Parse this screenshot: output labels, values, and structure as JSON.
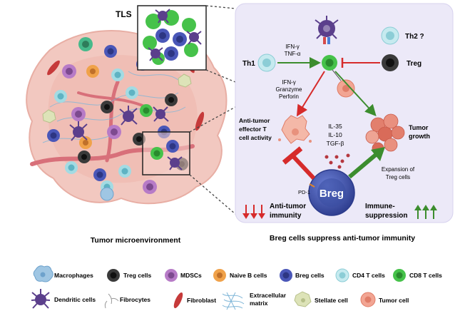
{
  "left": {
    "tls_label": "TLS",
    "caption": "Tumor microenvironment"
  },
  "panel": {
    "caption": "Breg cells suppress anti-tumor immunity",
    "th1": "Th1",
    "ifn_tnf": [
      "IFN-γ",
      "TNF-α"
    ],
    "th2": "Th2 ?",
    "treg": "Treg",
    "cytotoxic": [
      "IFN-γ",
      "Granzyme",
      "Perforin"
    ],
    "anti_tumor_effector": [
      "Anti-tumor",
      "effector T",
      "cell activity"
    ],
    "cytokines": [
      "IL-35",
      "IL-10",
      "TGF-β"
    ],
    "tumor_growth": [
      "Tumor",
      "growth"
    ],
    "expansion": [
      "Expansion of",
      "Treg cells"
    ],
    "pd1": "PD-1",
    "breg": "Breg",
    "anti_tumor_immunity": [
      "Anti-tumor",
      "immunity"
    ],
    "immune_suppression": [
      "Immune-",
      "suppression"
    ],
    "colors": {
      "panel_bg": "#ece9f8",
      "red": "#d62b2b",
      "green": "#3c8d2e",
      "breg": "#3a4fa3"
    }
  },
  "legend": {
    "row1": [
      {
        "label": "Macrophages",
        "icon": "macrophage-icon"
      },
      {
        "label": "Treg cells",
        "icon": "treg-cell-icon"
      },
      {
        "label": "MDSCs",
        "icon": "mdsc-icon"
      },
      {
        "label": "Naive B cells",
        "icon": "naive-b-cell-icon"
      },
      {
        "label": "Breg cells",
        "icon": "breg-cell-icon"
      },
      {
        "label": "CD4 T cells",
        "icon": "cd4-t-cell-icon"
      },
      {
        "label": "CD8 T cells",
        "icon": "cd8-t-cell-icon"
      }
    ],
    "row2": [
      {
        "label": "Dendritic cells",
        "icon": "dendritic-cell-icon"
      },
      {
        "label": "Fibrocytes",
        "icon": "fibrocyte-icon"
      },
      {
        "label": "Fibroblast",
        "icon": "fibroblast-icon"
      },
      {
        "label": [
          "Extracellular",
          "matrix"
        ],
        "icon": "extracellular-matrix-icon"
      },
      {
        "label": "Stellate cell",
        "icon": "stellate-cell-icon"
      },
      {
        "label": "Tumor cell",
        "icon": "tumor-cell-icon"
      }
    ]
  }
}
